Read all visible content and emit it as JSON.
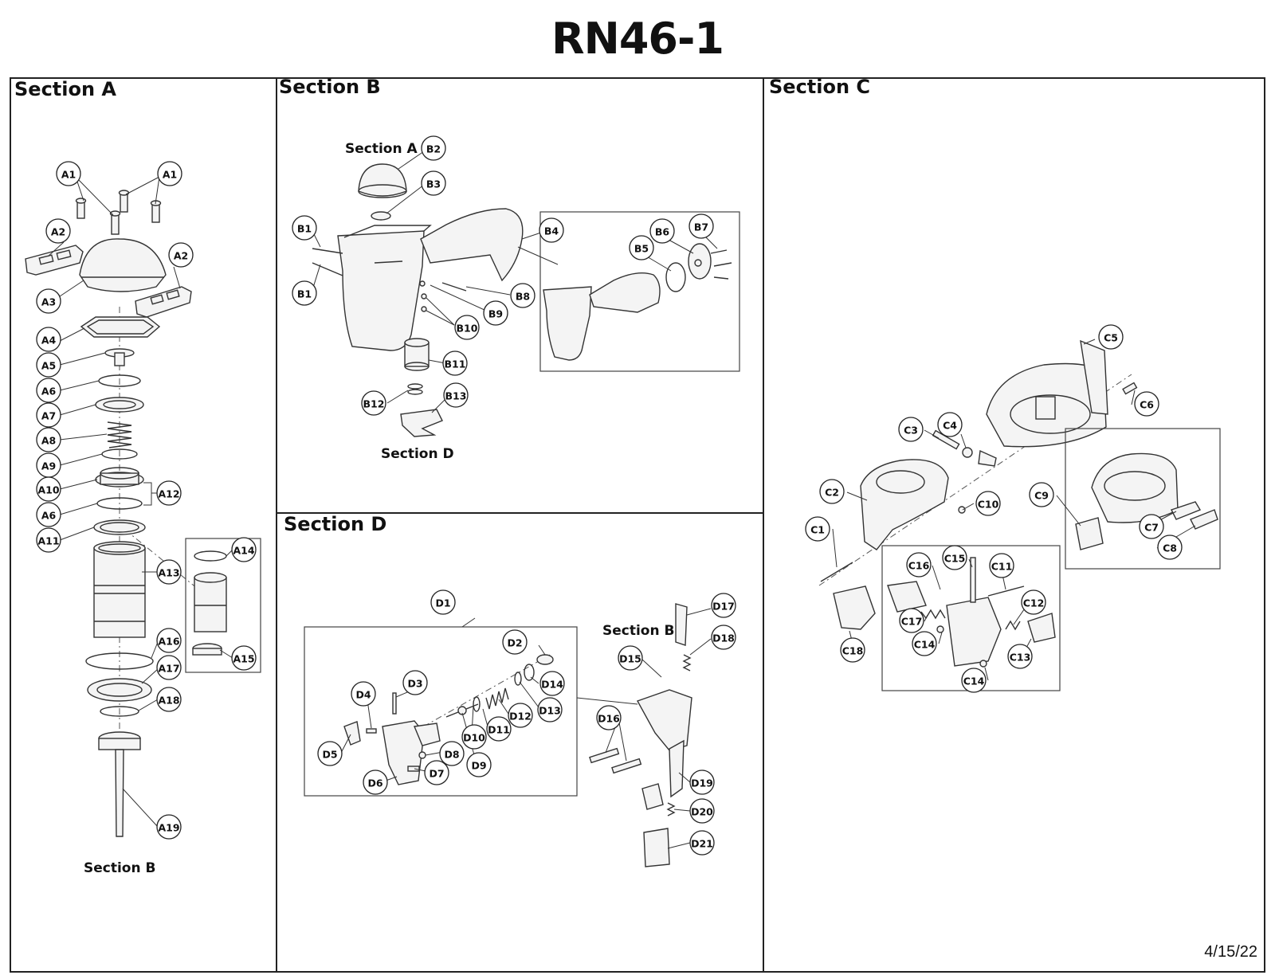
{
  "title": "RN46-1",
  "date": "4/15/22",
  "sections": {
    "a": "Section A",
    "b": "Section B",
    "c": "Section C",
    "d": "Section D"
  },
  "sublabels": {
    "a_bottom": "Section B",
    "b_top": "Section A",
    "b_bottom": "Section D",
    "d_right": "Section B"
  },
  "callouts": {
    "a": [
      "A1",
      "A1",
      "A2",
      "A2",
      "A3",
      "A4",
      "A5",
      "A6",
      "A7",
      "A8",
      "A9",
      "A10",
      "A12",
      "A6",
      "A11",
      "A13",
      "A14",
      "A15",
      "A16",
      "A17",
      "A18",
      "A19"
    ],
    "b": [
      "B2",
      "B3",
      "B1",
      "B1",
      "B4",
      "B5",
      "B6",
      "B7",
      "B8",
      "B9",
      "B10",
      "B11",
      "B12",
      "B13"
    ],
    "c": [
      "C5",
      "C6",
      "C3",
      "C4",
      "C2",
      "C10",
      "C9",
      "C1",
      "C7",
      "C8",
      "C15",
      "C16",
      "C11",
      "C12",
      "C17",
      "C14",
      "C13",
      "C18",
      "C14"
    ],
    "d": [
      "D1",
      "D2",
      "D17",
      "D18",
      "D15",
      "D14",
      "D3",
      "D13",
      "D4",
      "D12",
      "D11",
      "D10",
      "D16",
      "D5",
      "D8",
      "D9",
      "D7",
      "D6",
      "D19",
      "D20",
      "D21"
    ]
  }
}
